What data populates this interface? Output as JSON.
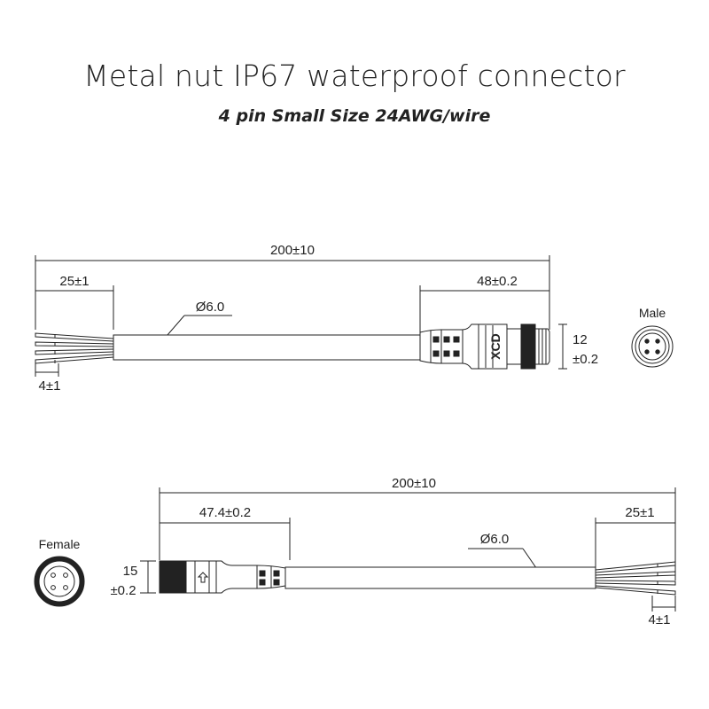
{
  "title": "Metal nut IP67 waterproof connector",
  "subtitle": "4 pin Small Size 24AWG/wire",
  "male": {
    "label": "Male",
    "overall_length": "200±10",
    "strip_length": "25±1",
    "connector_length": "48±0.2",
    "cable_diameter": "Ø6.0",
    "diameter_value": "12",
    "diameter_tolerance": "±0.2",
    "wire_end": "4±1",
    "brand_mark": "XCD"
  },
  "female": {
    "label": "Female",
    "overall_length": "200±10",
    "connector_length": "47.4±0.2",
    "strip_length": "25±1",
    "cable_diameter": "Ø6.0",
    "diameter_value": "15",
    "diameter_tolerance": "±0.2",
    "wire_end": "4±1"
  }
}
